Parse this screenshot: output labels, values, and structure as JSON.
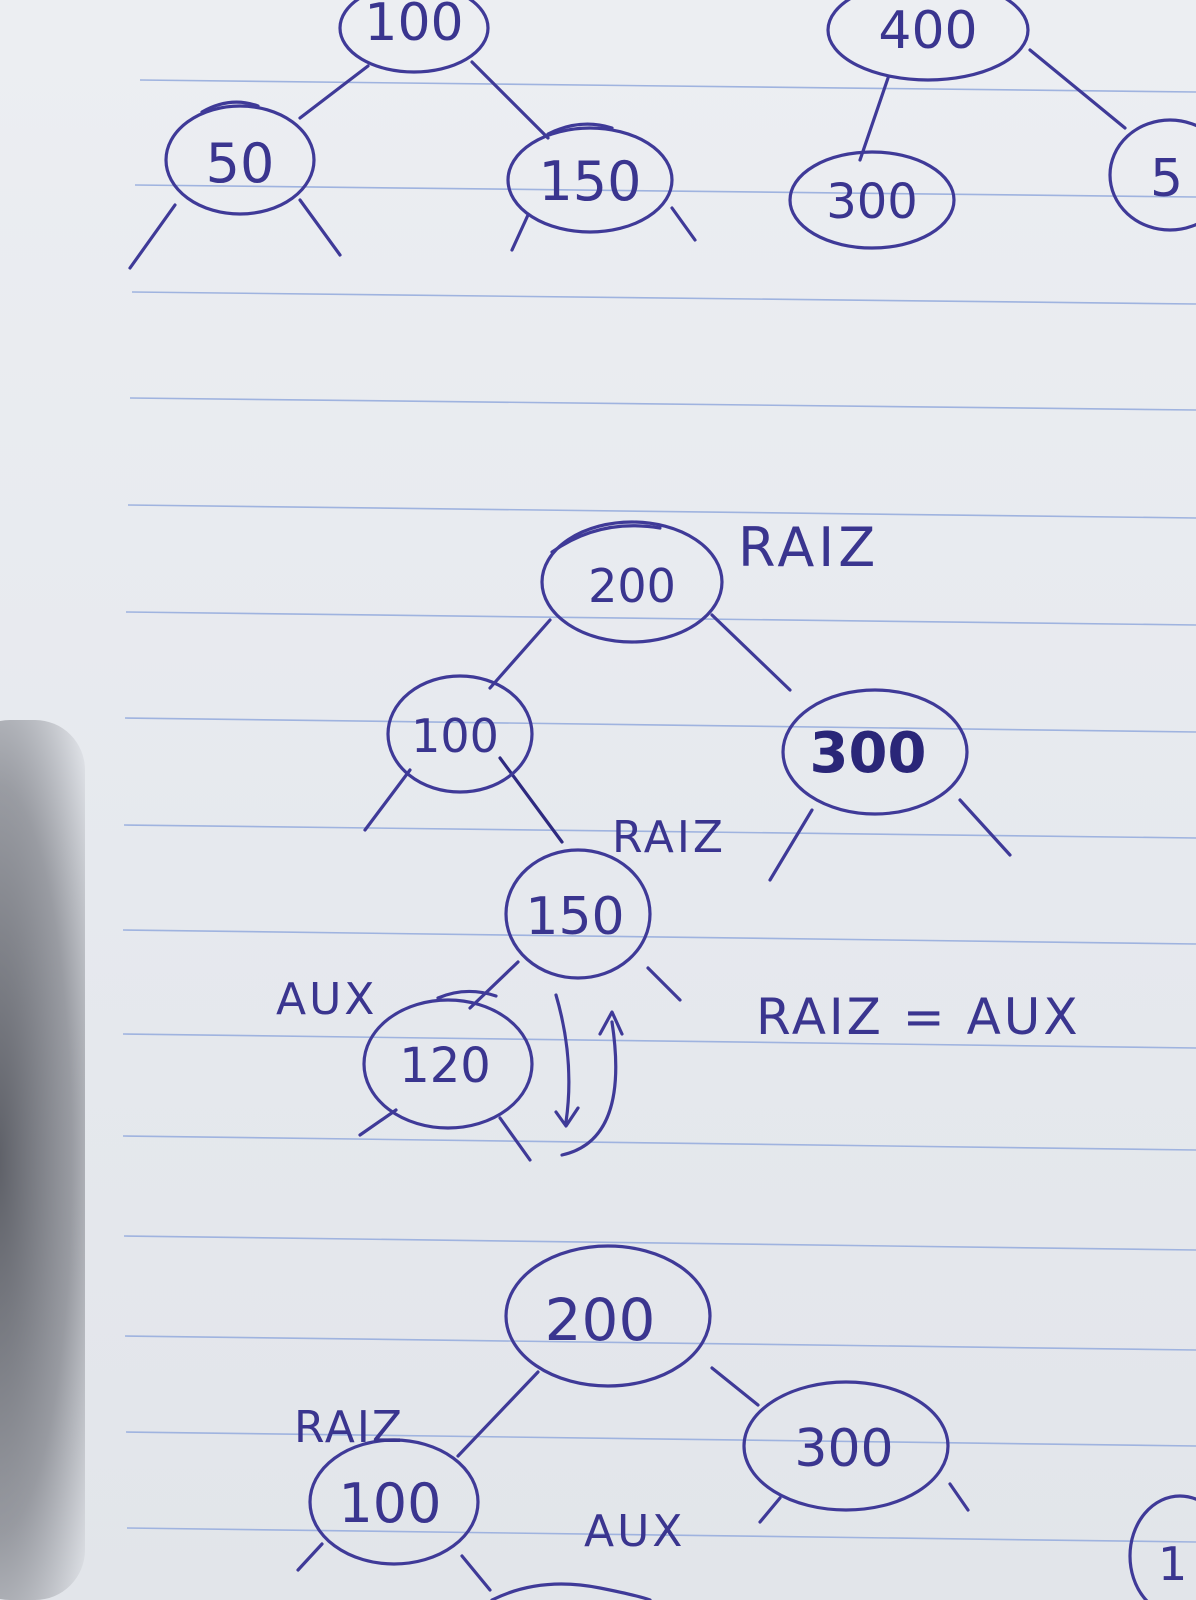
{
  "colors": {
    "ink": "#3f3a98",
    "rule": "#9fb3df",
    "paper": "#e8ebef"
  },
  "diagram": {
    "top_left_tree": {
      "root": "100",
      "left": "50",
      "right": "150"
    },
    "top_right_tree": {
      "root": "400",
      "left": "300",
      "right_partial": "5"
    },
    "middle_tree": {
      "root": "200",
      "root_label": "RAIZ",
      "left": "100",
      "right": "300",
      "left_right_child": "150",
      "left_right_child_label": "RAIZ",
      "aux_node": "120",
      "aux_label": "AUX",
      "assignment": "RAIZ = AUX"
    },
    "bottom_tree": {
      "root": "200",
      "right": "300",
      "left": "100",
      "left_label": "RAIZ",
      "aux_label": "AUX",
      "partial_right": "1"
    }
  }
}
